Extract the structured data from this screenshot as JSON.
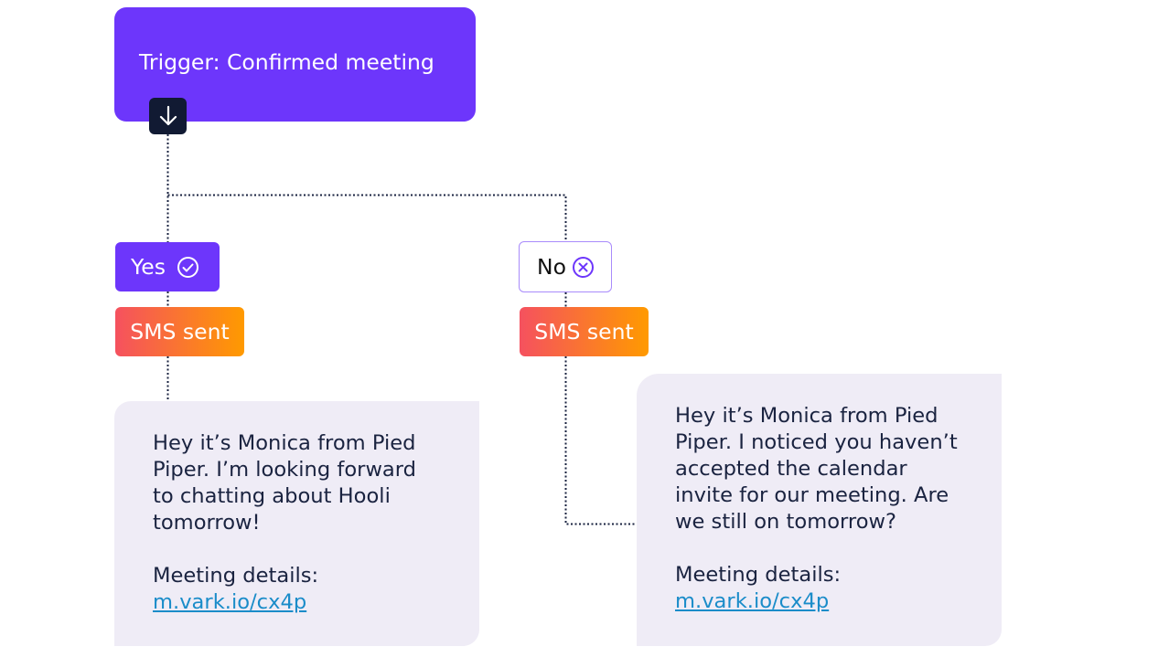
{
  "trigger": {
    "label": "Trigger:  Confirmed meeting",
    "icon": "arrow-down-icon"
  },
  "branches": {
    "yes": {
      "label": "Yes",
      "icon": "check-circle-icon",
      "action": "SMS sent",
      "message": "Hey it’s Monica from Pied\nPiper. I’m looking forward\nto chatting about Hooli\ntomorrow!\n\nMeeting details:",
      "link": "m.vark.io/cx4p"
    },
    "no": {
      "label": "No",
      "icon": "x-circle-icon",
      "action": "SMS sent",
      "message": "Hey it’s Monica from Pied\nPiper. I noticed you haven’t\naccepted the calendar\ninvite for our meeting. Are\nwe still on tomorrow?\n\nMeeting details:",
      "link": "m.vark.io/cx4p"
    }
  },
  "colors": {
    "primary": "#6D36FB",
    "dark": "#111A33",
    "gradient_start": "#F5515F",
    "gradient_end": "#FF9A00",
    "bubble": "#EFECF6",
    "link": "#1A8CC9"
  }
}
